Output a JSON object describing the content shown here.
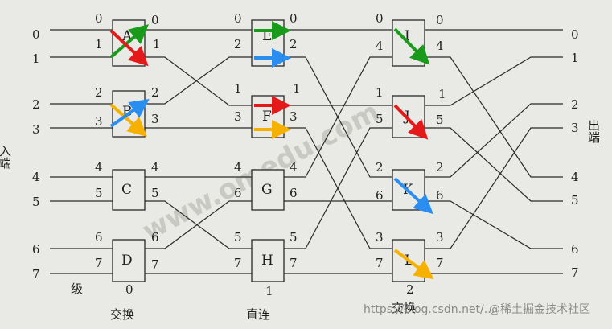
{
  "ports": [
    "0",
    "1",
    "2",
    "3",
    "4",
    "5",
    "6",
    "7"
  ],
  "stage0": {
    "boxes": [
      "A",
      "B",
      "C",
      "D"
    ],
    "in_labels": [
      [
        "0",
        "1"
      ],
      [
        "2",
        "3"
      ],
      [
        "4",
        "5"
      ],
      [
        "6",
        "7"
      ]
    ],
    "out_labels": [
      [
        "0",
        "1"
      ],
      [
        "2",
        "3"
      ],
      [
        "4",
        "5"
      ],
      [
        "6",
        "7"
      ]
    ]
  },
  "stage1": {
    "boxes": [
      "E",
      "F",
      "G",
      "H"
    ],
    "in_labels": [
      [
        "0",
        "2"
      ],
      [
        "1",
        "3"
      ],
      [
        "4",
        "6"
      ],
      [
        "5",
        "7"
      ]
    ],
    "out_labels": [
      [
        "0",
        "2"
      ],
      [
        "1",
        "3"
      ],
      [
        "4",
        "6"
      ],
      [
        "5",
        "7"
      ]
    ]
  },
  "stage2": {
    "boxes": [
      "I",
      "J",
      "K",
      "L"
    ],
    "in_labels": [
      [
        "0",
        "4"
      ],
      [
        "1",
        "5"
      ],
      [
        "2",
        "6"
      ],
      [
        "3",
        "7"
      ]
    ],
    "out_labels": [
      [
        "0",
        "4"
      ],
      [
        "1",
        "5"
      ],
      [
        "2",
        "6"
      ],
      [
        "3",
        "7"
      ]
    ]
  },
  "labels": {
    "input_side": "入端",
    "output_side": "出端",
    "level": "级",
    "stage_numbers": [
      "0",
      "1",
      "2"
    ],
    "stage_modes": [
      "交换",
      "直连",
      "交换"
    ]
  },
  "watermark": {
    "site": "www.omedu.com",
    "credit": "@稀土掘金技术社区",
    "url": "https://blog.csdn.net/..."
  },
  "arrow_colors": {
    "green": "#1a9a1a",
    "red": "#e41a1a",
    "blue": "#2a8ef0",
    "orange": "#f5b000"
  }
}
